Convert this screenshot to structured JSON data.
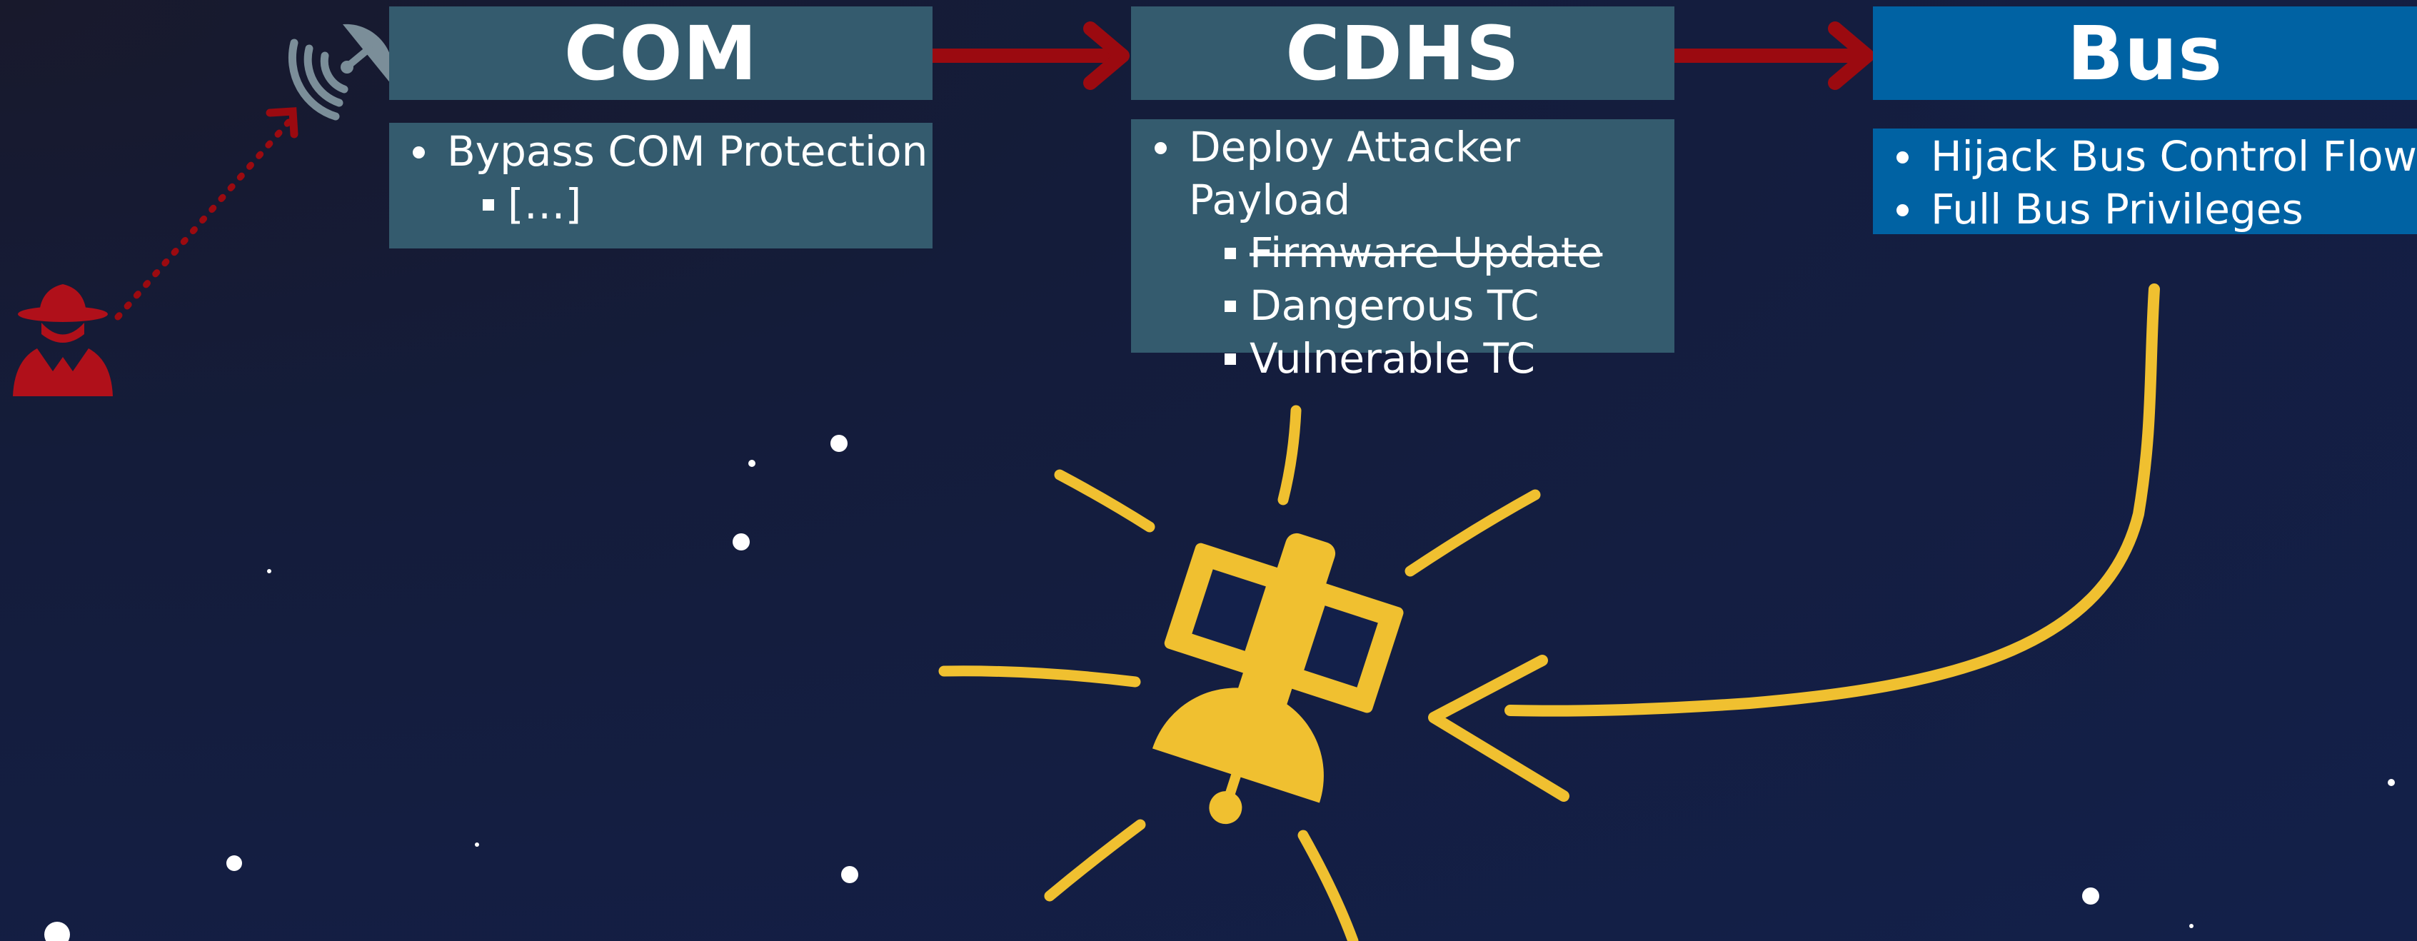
{
  "stages": [
    {
      "title": "COM",
      "items": [
        {
          "text": "Bypass COM Protection",
          "subitems": [
            {
              "text": "[…]",
              "struck": false
            }
          ]
        }
      ]
    },
    {
      "title": "CDHS",
      "items": [
        {
          "text": "Deploy Attacker Payload",
          "subitems": [
            {
              "text": "Firmware Update",
              "struck": true
            },
            {
              "text": "Dangerous TC",
              "struck": false
            },
            {
              "text": "Vulnerable TC",
              "struck": false
            }
          ]
        }
      ]
    },
    {
      "title": "Bus",
      "items": [
        {
          "text": "Hijack Bus Control Flow"
        },
        {
          "text": "Full Bus Privileges"
        }
      ]
    }
  ],
  "colors": {
    "background": "#141c3a",
    "stage_teal": "#345b6e",
    "stage_blue": "#0062a3",
    "attack_arrow": "#9b0a10",
    "attacker": "#b0101a",
    "satellite": "#f0c030",
    "antenna": "#7b8e99"
  },
  "icons": {
    "attacker": "spy-attacker-icon",
    "antenna": "satellite-dish-icon",
    "satellite": "satellite-icon"
  }
}
